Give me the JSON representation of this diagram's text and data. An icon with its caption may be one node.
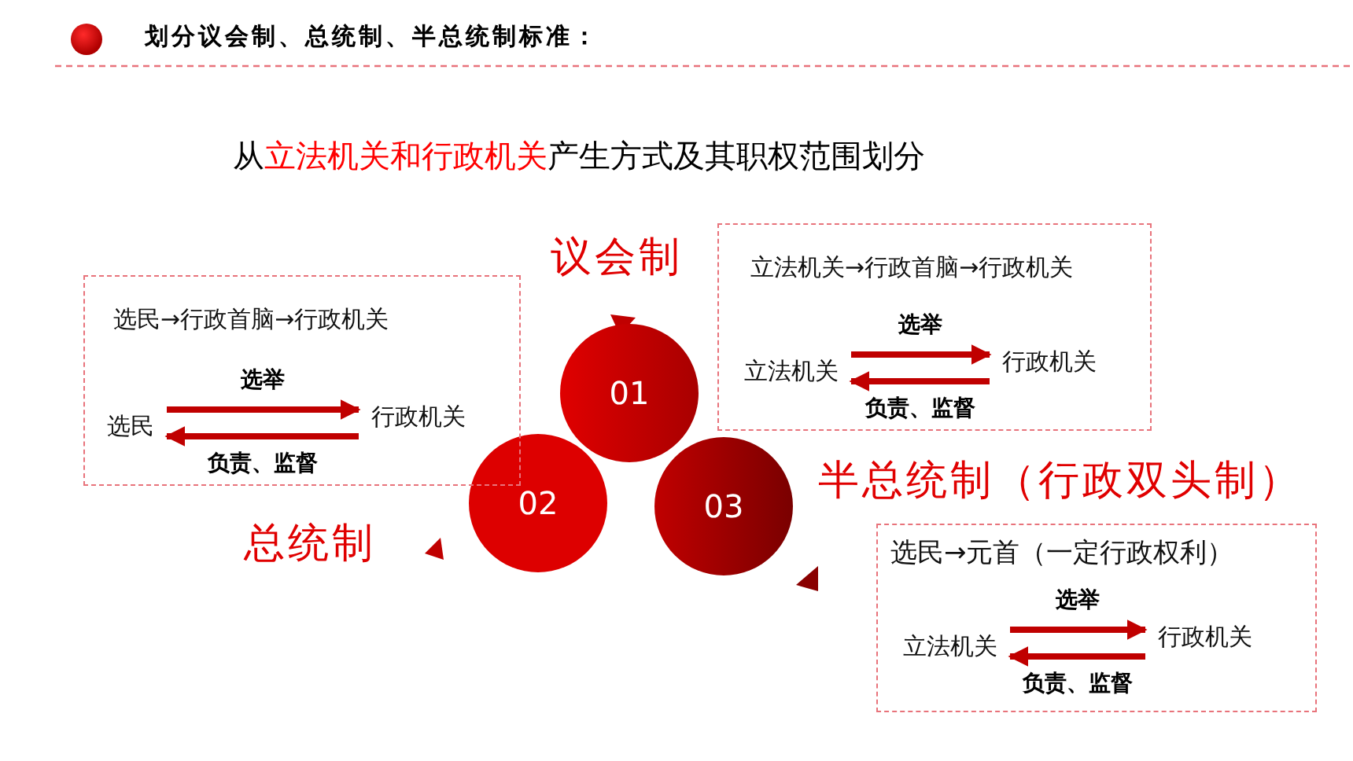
{
  "diagram": {
    "title": "划分议会制、总统制、半总统制标准：",
    "nodes": [
      {
        "text": [
          "01"
        ],
        "beside": [
          "议会制"
        ]
      },
      {
        "text": [
          "02"
        ],
        "beside": [
          "总统制"
        ]
      },
      {
        "text": [
          "03"
        ],
        "beside": [
          "半总统制（行政双头制）"
        ]
      },
      {
        "text": [
          "立法机关→行政首脑→行政机关"
        ]
      },
      {
        "text": [
          "立法机关"
        ],
        "in": 3
      },
      {
        "text": [
          "行政机关"
        ],
        "in": 3
      },
      {
        "text": [
          "选民→行政首脑→行政机关"
        ]
      },
      {
        "text": [
          "选民"
        ],
        "in": 6
      },
      {
        "text": [
          "行政机关"
        ],
        "in": 6
      },
      {
        "text": [
          "选民→元首（一定行政权利）"
        ]
      },
      {
        "text": [
          "立法机关"
        ],
        "in": 9
      },
      {
        "text": [
          "行政机关"
        ],
        "in": 9
      }
    ],
    "edges": [
      {
        "from": 4,
        "to": 5,
        "arrow": "to",
        "label": "选举"
      },
      {
        "from": 5,
        "to": 4,
        "arrow": "to",
        "label": "负责、监督"
      },
      {
        "from": 7,
        "to": 8,
        "arrow": "to",
        "label": "选举"
      },
      {
        "from": 8,
        "to": 7,
        "arrow": "to",
        "label": "负责、监督"
      },
      {
        "from": 10,
        "to": 11,
        "arrow": "to",
        "label": "选举"
      },
      {
        "from": 11,
        "to": 10,
        "arrow": "to",
        "label": "负责、监督"
      }
    ],
    "labels": [
      "从",
      "立法机关和行政机关",
      "产生方式及其职权范围划分"
    ]
  }
}
